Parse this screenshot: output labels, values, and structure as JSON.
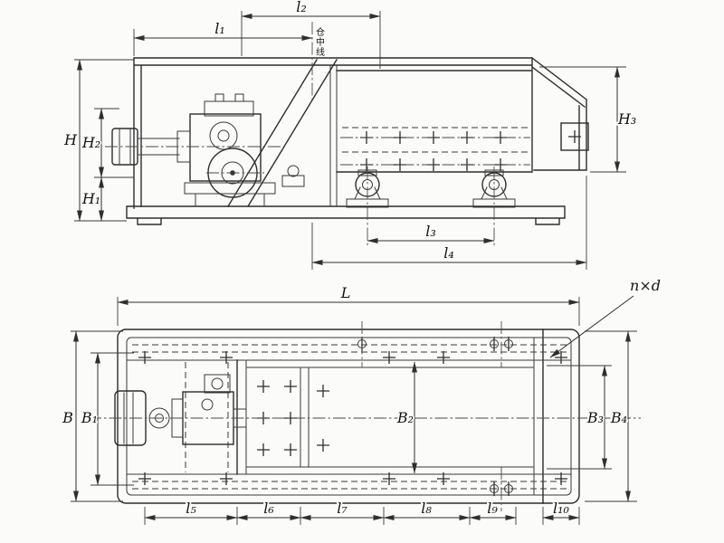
{
  "diagram": {
    "type": "engineering-drawing",
    "description": "Dimensioned two-view outline drawing of a motor-driven feeder: side elevation above and plan view below",
    "colors": {
      "paper": "#fbfbf9",
      "line": "#2d2d2d",
      "text": "#141414"
    },
    "views": {
      "side_view": {
        "name": "side-elevation",
        "labels": {
          "l1": "l₁",
          "l2": "l₂",
          "l3": "l₃",
          "l4": "l₄",
          "H": "H",
          "H1": "H₁",
          "H2": "H₂",
          "H3": "H₃",
          "center_line_note": "仓中线"
        }
      },
      "plan_view": {
        "name": "plan",
        "labels": {
          "L": "L",
          "B": "B",
          "B1": "B₁",
          "B2": "B₂",
          "B3": "B₃",
          "B4": "B₄",
          "l5": "l₅",
          "l6": "l₆",
          "l7": "l₇",
          "l8": "l₈",
          "l9": "l₉",
          "l10": "l₁₀",
          "n_x_d": "n×d"
        }
      }
    }
  }
}
